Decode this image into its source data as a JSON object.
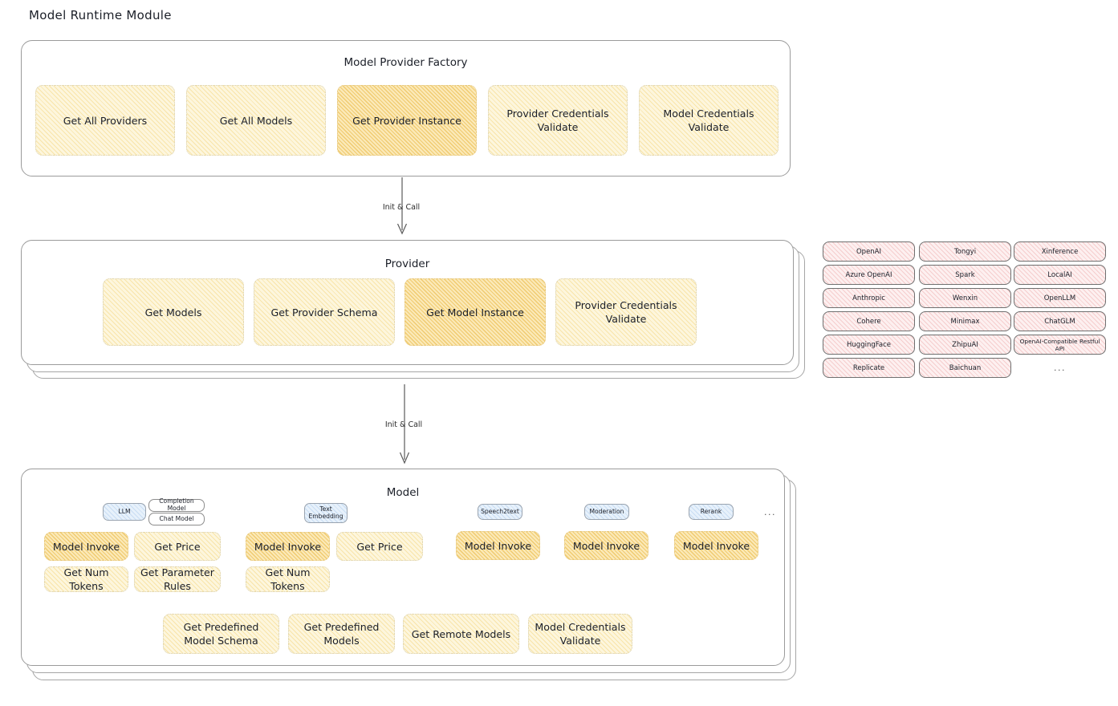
{
  "page": {
    "title": "Model Runtime Module"
  },
  "factory": {
    "title": "Model Provider Factory",
    "boxes": [
      {
        "label": "Get All Providers",
        "highlight": false
      },
      {
        "label": "Get All Models",
        "highlight": false
      },
      {
        "label": "Get Provider Instance",
        "highlight": true
      },
      {
        "label": "Provider Credentials Validate",
        "highlight": false
      },
      {
        "label": "Model Credentials Validate",
        "highlight": false
      }
    ]
  },
  "arrows": [
    {
      "label": "Init & Call"
    },
    {
      "label": "Init & Call"
    }
  ],
  "provider": {
    "title": "Provider",
    "boxes": [
      {
        "label": "Get Models",
        "highlight": false
      },
      {
        "label": "Get Provider Schema",
        "highlight": false
      },
      {
        "label": "Get Model Instance",
        "highlight": true
      },
      {
        "label": "Provider Credentials Validate",
        "highlight": false
      }
    ]
  },
  "provider_list": {
    "columns": [
      {
        "items": [
          "OpenAI",
          "Azure OpenAI",
          "Anthropic",
          "Cohere",
          "HuggingFace",
          "Replicate"
        ]
      },
      {
        "items": [
          "Tongyi",
          "Spark",
          "Wenxin",
          "Minimax",
          "ZhipuAI",
          "Baichuan"
        ]
      },
      {
        "items": [
          "Xinference",
          "LocalAI",
          "OpenLLM",
          "ChatGLM",
          "OpenAI-Compatible Restful API"
        ]
      }
    ],
    "more": "..."
  },
  "model": {
    "title": "Model",
    "more": "...",
    "types": [
      {
        "badge": "LLM",
        "sub_badges": [
          "Completion Model",
          "Chat Model"
        ],
        "methods": [
          "Model Invoke",
          "Get Price",
          "Get Num Tokens",
          "Get Parameter Rules"
        ],
        "highlight_first": true
      },
      {
        "badge": "Text Embedding",
        "sub_badges": [],
        "methods": [
          "Model Invoke",
          "Get Price",
          "Get Num Tokens"
        ],
        "highlight_first": true
      },
      {
        "badge": "Speech2text",
        "sub_badges": [],
        "methods": [
          "Model Invoke"
        ],
        "highlight_first": true
      },
      {
        "badge": "Moderation",
        "sub_badges": [],
        "methods": [
          "Model Invoke"
        ],
        "highlight_first": true
      },
      {
        "badge": "Rerank",
        "sub_badges": [],
        "methods": [
          "Model Invoke"
        ],
        "highlight_first": true
      }
    ],
    "common_methods": [
      "Get Predefined Model Schema",
      "Get Predefined Models",
      "Get Remote Models",
      "Model Credentials Validate"
    ]
  }
}
